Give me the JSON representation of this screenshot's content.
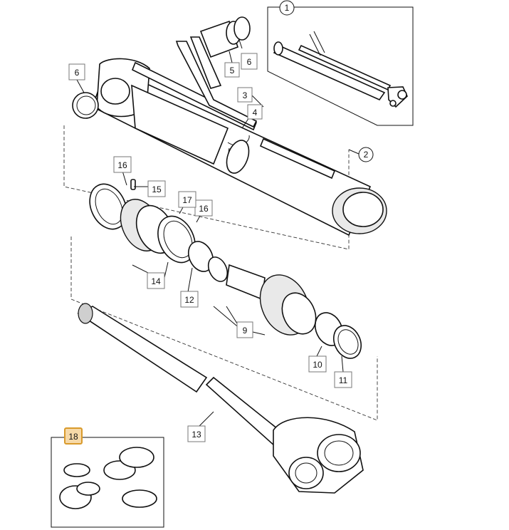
{
  "callouts": [
    {
      "id": "c1",
      "label": "1",
      "shape": "circle"
    },
    {
      "id": "c2",
      "label": "2",
      "shape": "circle"
    },
    {
      "id": "c3",
      "label": "3",
      "shape": "square"
    },
    {
      "id": "c4",
      "label": "4",
      "shape": "square"
    },
    {
      "id": "c5",
      "label": "5",
      "shape": "square"
    },
    {
      "id": "c6a",
      "label": "6",
      "shape": "square"
    },
    {
      "id": "c6b",
      "label": "6",
      "shape": "square"
    },
    {
      "id": "c9",
      "label": "9",
      "shape": "square"
    },
    {
      "id": "c10",
      "label": "10",
      "shape": "square"
    },
    {
      "id": "c11",
      "label": "11",
      "shape": "square"
    },
    {
      "id": "c12",
      "label": "12",
      "shape": "square"
    },
    {
      "id": "c13",
      "label": "13",
      "shape": "square"
    },
    {
      "id": "c14",
      "label": "14",
      "shape": "square"
    },
    {
      "id": "c15",
      "label": "15",
      "shape": "square"
    },
    {
      "id": "c16a",
      "label": "16",
      "shape": "square"
    },
    {
      "id": "c16b",
      "label": "16",
      "shape": "square"
    },
    {
      "id": "c17",
      "label": "17",
      "shape": "square"
    },
    {
      "id": "c18",
      "label": "18",
      "shape": "square-highlight"
    }
  ],
  "colors": {
    "line": "#111111",
    "highlight_fill": "#f6d9a8",
    "highlight_stroke": "#d99a2b"
  }
}
